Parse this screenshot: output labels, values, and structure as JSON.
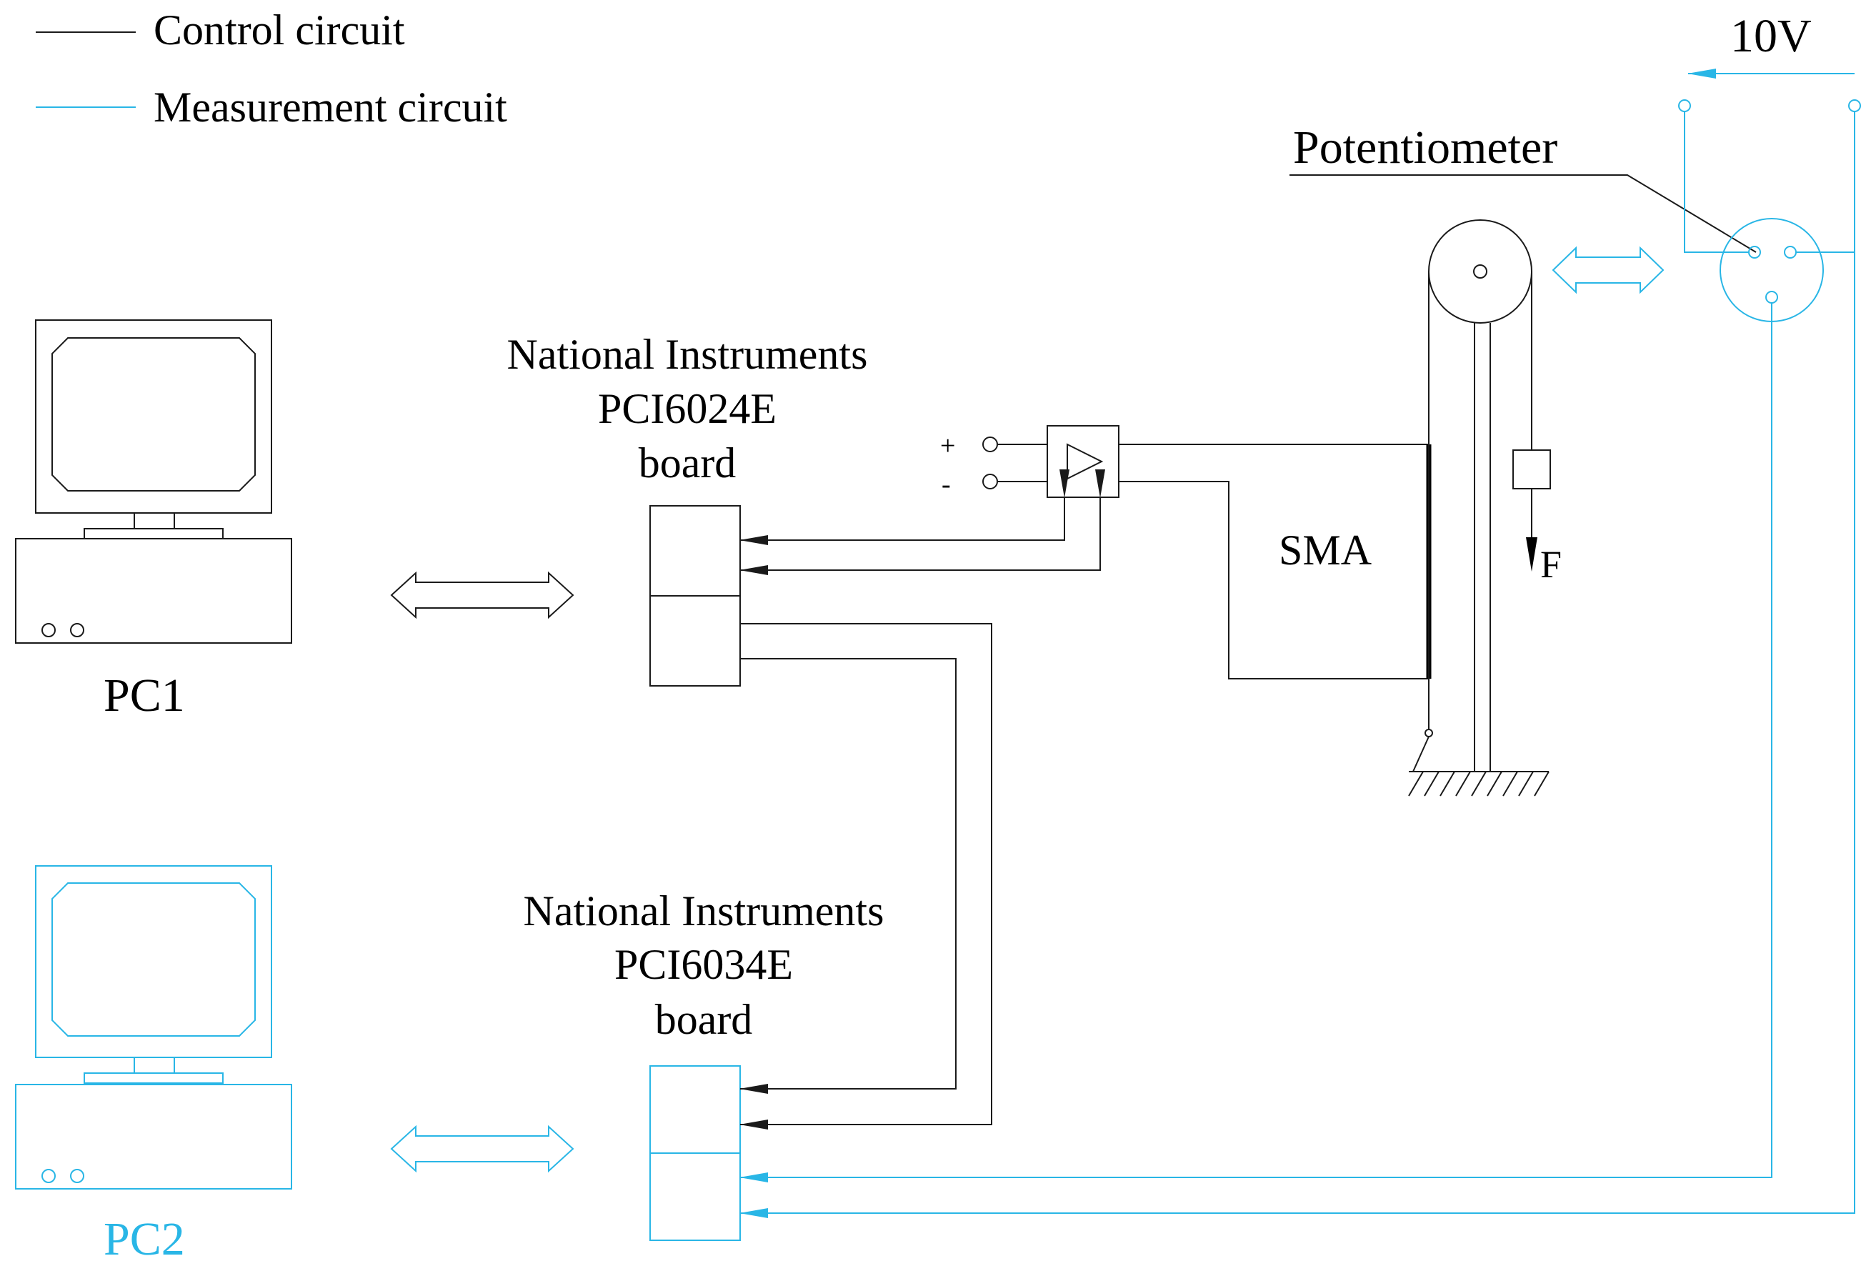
{
  "legend": {
    "control_label": "Control circuit",
    "measurement_label": "Measurement circuit"
  },
  "colors": {
    "control": "#1a1a1a",
    "measurement": "#29b6e6",
    "background": "#ffffff"
  },
  "voltage": {
    "label": "10V"
  },
  "potentiometer": {
    "label": "Potentiometer"
  },
  "board1": {
    "line1": "National Instruments",
    "line2": "PCI6024E",
    "line3": "board"
  },
  "board2": {
    "line1": "National Instruments",
    "line2": "PCI6034E",
    "line3": "board"
  },
  "pc1": {
    "label": "PC1"
  },
  "pc2": {
    "label": "PC2"
  },
  "sma": {
    "label": "SMA"
  },
  "force": {
    "label": "F"
  },
  "input_terminals": {
    "plus": "+",
    "minus": "-"
  }
}
